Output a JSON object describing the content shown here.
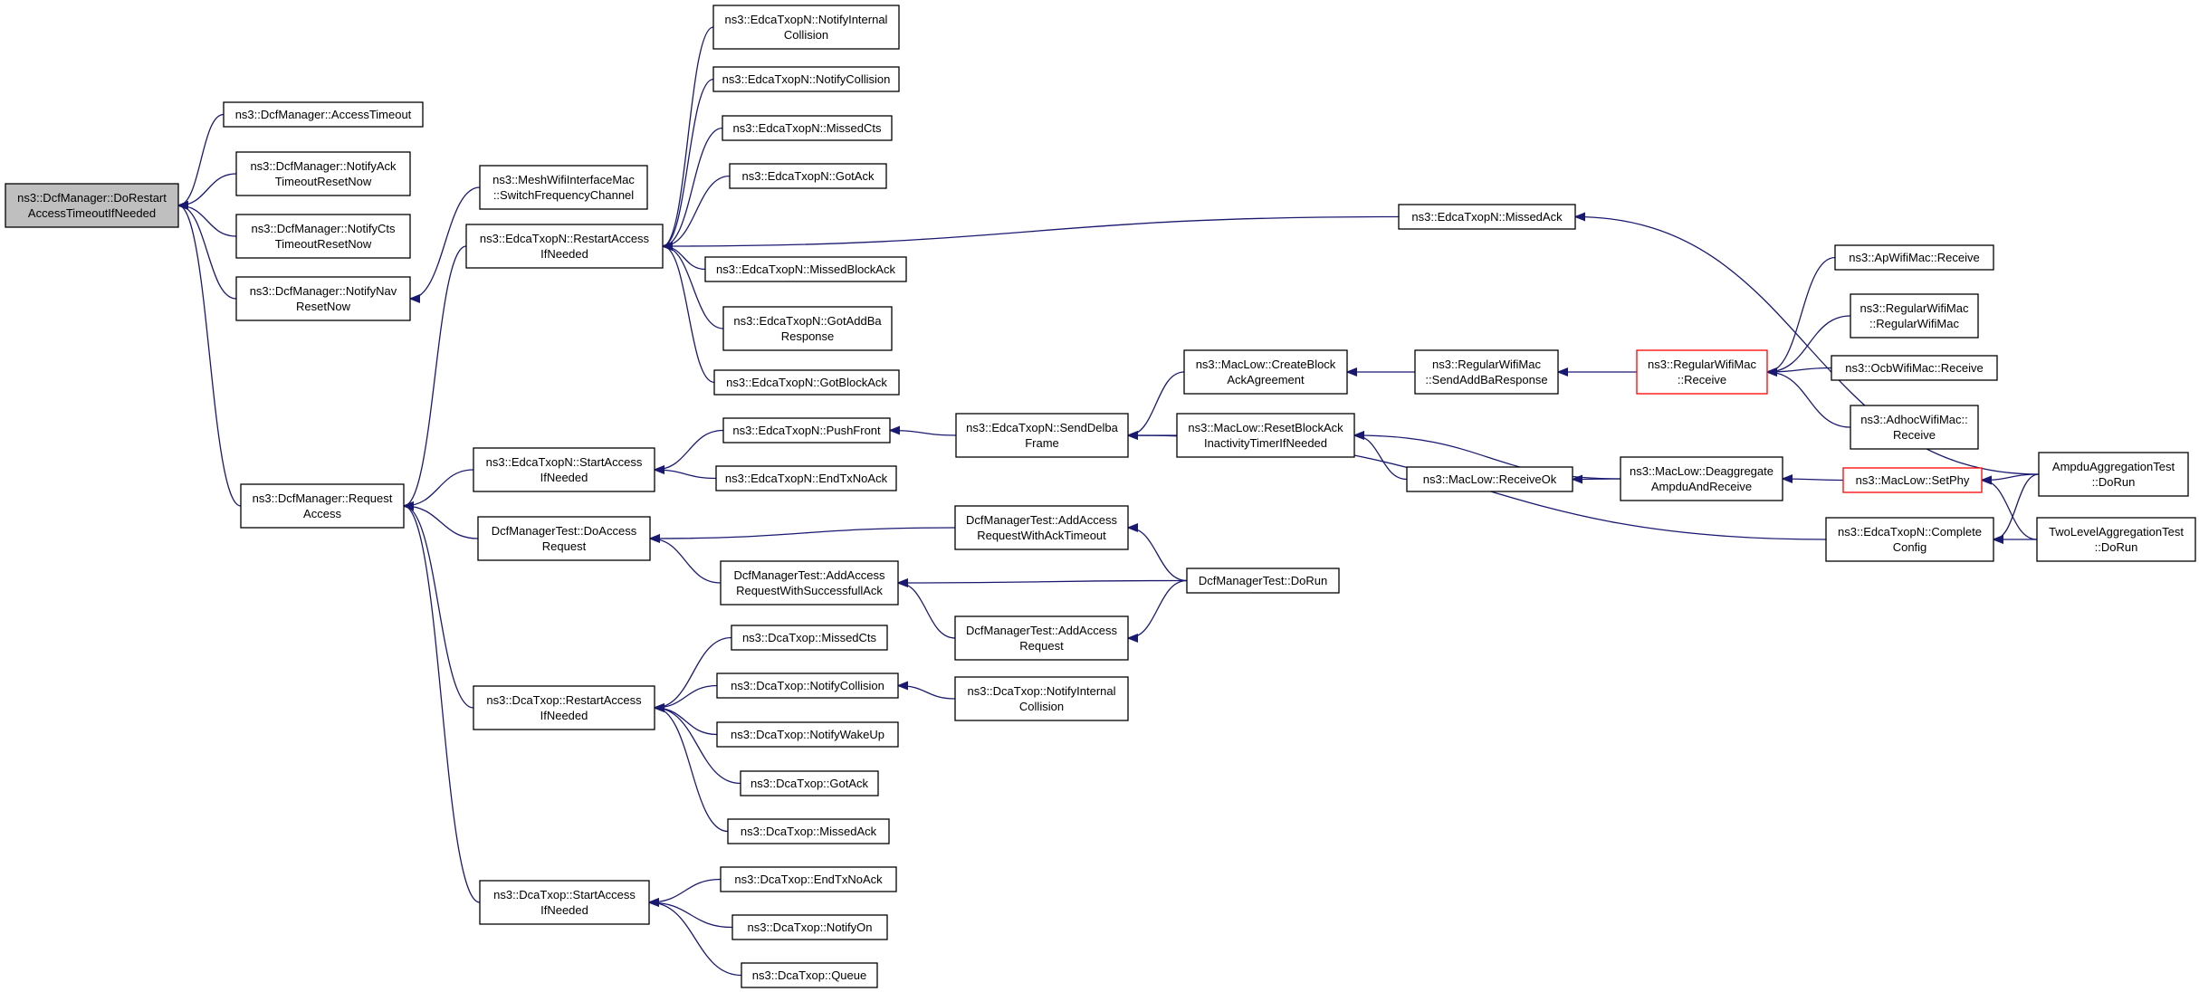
{
  "colors": {
    "edge": "#191970",
    "root_fill": "#bfbfbf",
    "truncated_border": "#ff0000"
  },
  "nodes": [
    {
      "id": "root",
      "lines": [
        "ns3::DcfManager::DoRestart",
        "AccessTimeoutIfNeeded"
      ],
      "style": "root"
    },
    {
      "id": "accTimeout",
      "lines": [
        "ns3::DcfManager::AccessTimeout"
      ]
    },
    {
      "id": "notifyAck",
      "lines": [
        "ns3::DcfManager::NotifyAck",
        "TimeoutResetNow"
      ]
    },
    {
      "id": "notifyCts",
      "lines": [
        "ns3::DcfManager::NotifyCts",
        "TimeoutResetNow"
      ]
    },
    {
      "id": "notifyNav",
      "lines": [
        "ns3::DcfManager::NotifyNav",
        "ResetNow"
      ]
    },
    {
      "id": "reqAccess",
      "lines": [
        "ns3::DcfManager::Request",
        "Access"
      ]
    },
    {
      "id": "meshSwitch",
      "lines": [
        "ns3::MeshWifiInterfaceMac",
        "::SwitchFrequencyChannel"
      ]
    },
    {
      "id": "edcaRestart",
      "lines": [
        "ns3::EdcaTxopN::RestartAccess",
        "IfNeeded"
      ]
    },
    {
      "id": "edcaStart",
      "lines": [
        "ns3::EdcaTxopN::StartAccess",
        "IfNeeded"
      ]
    },
    {
      "id": "dcfTestDoAccess",
      "lines": [
        "DcfManagerTest::DoAccess",
        "Request"
      ]
    },
    {
      "id": "dcaRestart",
      "lines": [
        "ns3::DcaTxop::RestartAccess",
        "IfNeeded"
      ]
    },
    {
      "id": "dcaStart",
      "lines": [
        "ns3::DcaTxop::StartAccess",
        "IfNeeded"
      ]
    },
    {
      "id": "edcaNotifyInternal",
      "lines": [
        "ns3::EdcaTxopN::NotifyInternal",
        "Collision"
      ]
    },
    {
      "id": "edcaNotifyCollision",
      "lines": [
        "ns3::EdcaTxopN::NotifyCollision"
      ]
    },
    {
      "id": "edcaMissedCts",
      "lines": [
        "ns3::EdcaTxopN::MissedCts"
      ]
    },
    {
      "id": "edcaGotAck",
      "lines": [
        "ns3::EdcaTxopN::GotAck"
      ]
    },
    {
      "id": "edcaMissedAck",
      "lines": [
        "ns3::EdcaTxopN::MissedAck"
      ]
    },
    {
      "id": "edcaMissedBlockAck",
      "lines": [
        "ns3::EdcaTxopN::MissedBlockAck"
      ]
    },
    {
      "id": "edcaGotAddBa",
      "lines": [
        "ns3::EdcaTxopN::GotAddBa",
        "Response"
      ]
    },
    {
      "id": "edcaGotBlockAck",
      "lines": [
        "ns3::EdcaTxopN::GotBlockAck"
      ]
    },
    {
      "id": "edcaPushFront",
      "lines": [
        "ns3::EdcaTxopN::PushFront"
      ]
    },
    {
      "id": "edcaEndTx",
      "lines": [
        "ns3::EdcaTxopN::EndTxNoAck"
      ]
    },
    {
      "id": "edcaSendDelba",
      "lines": [
        "ns3::EdcaTxopN::SendDelba",
        "Frame"
      ]
    },
    {
      "id": "createBlock",
      "lines": [
        "ns3::MacLow::CreateBlock",
        "AckAgreement"
      ]
    },
    {
      "id": "resetBlockAck",
      "lines": [
        "ns3::MacLow::ResetBlockAck",
        "InactivityTimerIfNeeded"
      ]
    },
    {
      "id": "sendAddBa",
      "lines": [
        "ns3::RegularWifiMac",
        "::SendAddBaResponse"
      ]
    },
    {
      "id": "regReceive",
      "lines": [
        "ns3::RegularWifiMac",
        "::Receive"
      ],
      "style": "truncated"
    },
    {
      "id": "apReceive",
      "lines": [
        "ns3::ApWifiMac::Receive"
      ]
    },
    {
      "id": "regCtor",
      "lines": [
        "ns3::RegularWifiMac",
        "::RegularWifiMac"
      ]
    },
    {
      "id": "ocbReceive",
      "lines": [
        "ns3::OcbWifiMac::Receive"
      ]
    },
    {
      "id": "adhocReceive",
      "lines": [
        "ns3::AdhocWifiMac::",
        "Receive"
      ]
    },
    {
      "id": "receiveOk",
      "lines": [
        "ns3::MacLow::ReceiveOk"
      ]
    },
    {
      "id": "deaggregate",
      "lines": [
        "ns3::MacLow::Deaggregate",
        "AmpduAndReceive"
      ]
    },
    {
      "id": "setPhy",
      "lines": [
        "ns3::MacLow::SetPhy"
      ],
      "style": "truncated"
    },
    {
      "id": "ampduTest",
      "lines": [
        "AmpduAggregationTest",
        "::DoRun"
      ]
    },
    {
      "id": "twoLevelTest",
      "lines": [
        "TwoLevelAggregationTest",
        "::DoRun"
      ]
    },
    {
      "id": "completeConfig",
      "lines": [
        "ns3::EdcaTxopN::Complete",
        "Config"
      ]
    },
    {
      "id": "addAckTimeout",
      "lines": [
        "DcfManagerTest::AddAccess",
        "RequestWithAckTimeout"
      ]
    },
    {
      "id": "addSuccessAck",
      "lines": [
        "DcfManagerTest::AddAccess",
        "RequestWithSuccessfullAck"
      ]
    },
    {
      "id": "addAccessReq",
      "lines": [
        "DcfManagerTest::AddAccess",
        "Request"
      ]
    },
    {
      "id": "dcfTestDoRun",
      "lines": [
        "DcfManagerTest::DoRun"
      ]
    },
    {
      "id": "dcaMissedCts",
      "lines": [
        "ns3::DcaTxop::MissedCts"
      ]
    },
    {
      "id": "dcaNotifyCollision",
      "lines": [
        "ns3::DcaTxop::NotifyCollision"
      ]
    },
    {
      "id": "dcaNotifyInternal",
      "lines": [
        "ns3::DcaTxop::NotifyInternal",
        "Collision"
      ]
    },
    {
      "id": "dcaNotifyWakeUp",
      "lines": [
        "ns3::DcaTxop::NotifyWakeUp"
      ]
    },
    {
      "id": "dcaGotAck",
      "lines": [
        "ns3::DcaTxop::GotAck"
      ]
    },
    {
      "id": "dcaMissedAck",
      "lines": [
        "ns3::DcaTxop::MissedAck"
      ]
    },
    {
      "id": "dcaEndTx",
      "lines": [
        "ns3::DcaTxop::EndTxNoAck"
      ]
    },
    {
      "id": "dcaNotifyOn",
      "lines": [
        "ns3::DcaTxop::NotifyOn"
      ]
    },
    {
      "id": "dcaQueue",
      "lines": [
        "ns3::DcaTxop::Queue"
      ]
    }
  ],
  "edges": [
    [
      "accTimeout",
      "root"
    ],
    [
      "notifyAck",
      "root"
    ],
    [
      "notifyCts",
      "root"
    ],
    [
      "notifyNav",
      "root"
    ],
    [
      "reqAccess",
      "root"
    ],
    [
      "meshSwitch",
      "notifyNav"
    ],
    [
      "edcaRestart",
      "reqAccess"
    ],
    [
      "edcaStart",
      "reqAccess"
    ],
    [
      "dcfTestDoAccess",
      "reqAccess"
    ],
    [
      "dcaRestart",
      "reqAccess"
    ],
    [
      "dcaStart",
      "reqAccess"
    ],
    [
      "edcaNotifyInternal",
      "edcaRestart"
    ],
    [
      "edcaNotifyCollision",
      "edcaRestart"
    ],
    [
      "edcaMissedCts",
      "edcaRestart"
    ],
    [
      "edcaGotAck",
      "edcaRestart"
    ],
    [
      "edcaMissedAck",
      "edcaRestart"
    ],
    [
      "edcaMissedBlockAck",
      "edcaRestart"
    ],
    [
      "edcaGotAddBa",
      "edcaRestart"
    ],
    [
      "edcaGotBlockAck",
      "edcaRestart"
    ],
    [
      "ampduTest",
      "edcaMissedAck"
    ],
    [
      "edcaPushFront",
      "edcaStart"
    ],
    [
      "edcaEndTx",
      "edcaStart"
    ],
    [
      "edcaSendDelba",
      "edcaPushFront"
    ],
    [
      "createBlock",
      "edcaSendDelba"
    ],
    [
      "resetBlockAck",
      "edcaSendDelba"
    ],
    [
      "completeConfig",
      "edcaSendDelba"
    ],
    [
      "sendAddBa",
      "createBlock"
    ],
    [
      "regReceive",
      "sendAddBa"
    ],
    [
      "apReceive",
      "regReceive"
    ],
    [
      "regCtor",
      "regReceive"
    ],
    [
      "ocbReceive",
      "regReceive"
    ],
    [
      "adhocReceive",
      "regReceive"
    ],
    [
      "receiveOk",
      "resetBlockAck"
    ],
    [
      "deaggregate",
      "resetBlockAck"
    ],
    [
      "deaggregate",
      "receiveOk"
    ],
    [
      "setPhy",
      "deaggregate"
    ],
    [
      "ampduTest",
      "setPhy"
    ],
    [
      "twoLevelTest",
      "setPhy"
    ],
    [
      "ampduTest",
      "completeConfig"
    ],
    [
      "twoLevelTest",
      "completeConfig"
    ],
    [
      "addAckTimeout",
      "dcfTestDoAccess"
    ],
    [
      "addSuccessAck",
      "dcfTestDoAccess"
    ],
    [
      "dcfTestDoRun",
      "addAckTimeout"
    ],
    [
      "dcfTestDoRun",
      "addSuccessAck"
    ],
    [
      "dcfTestDoRun",
      "addAccessReq"
    ],
    [
      "addAccessReq",
      "addSuccessAck"
    ],
    [
      "dcaMissedCts",
      "dcaRestart"
    ],
    [
      "dcaNotifyCollision",
      "dcaRestart"
    ],
    [
      "dcaNotifyWakeUp",
      "dcaRestart"
    ],
    [
      "dcaGotAck",
      "dcaRestart"
    ],
    [
      "dcaMissedAck",
      "dcaRestart"
    ],
    [
      "dcaNotifyInternal",
      "dcaNotifyCollision"
    ],
    [
      "dcaEndTx",
      "dcaStart"
    ],
    [
      "dcaNotifyOn",
      "dcaStart"
    ],
    [
      "dcaQueue",
      "dcaStart"
    ]
  ]
}
